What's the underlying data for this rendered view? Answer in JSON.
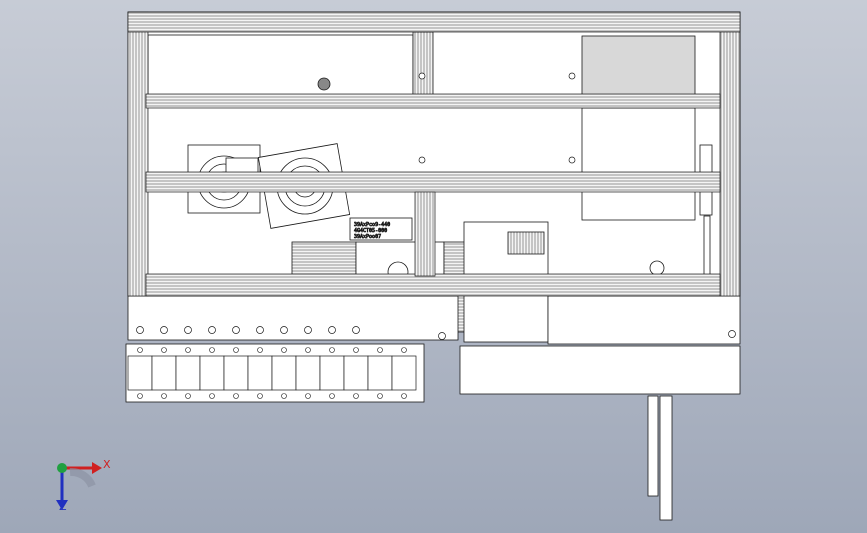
{
  "viewport": {
    "background_top": "#c7ccd6",
    "background_bottom": "#9ea7b8",
    "line_color": "#1a1a1a",
    "part_fill": "#ffffff"
  },
  "motor_labels": {
    "line1": "39AxPco9-440",
    "line2": "4G4CT05-000",
    "line3": "39AxPoo07"
  },
  "triad": {
    "x_label": "X",
    "z_label": "Z",
    "x_color": "#d02020",
    "y_color": "#20a040",
    "z_color": "#2030c0"
  },
  "icons": [
    "axis-triad-icon"
  ]
}
